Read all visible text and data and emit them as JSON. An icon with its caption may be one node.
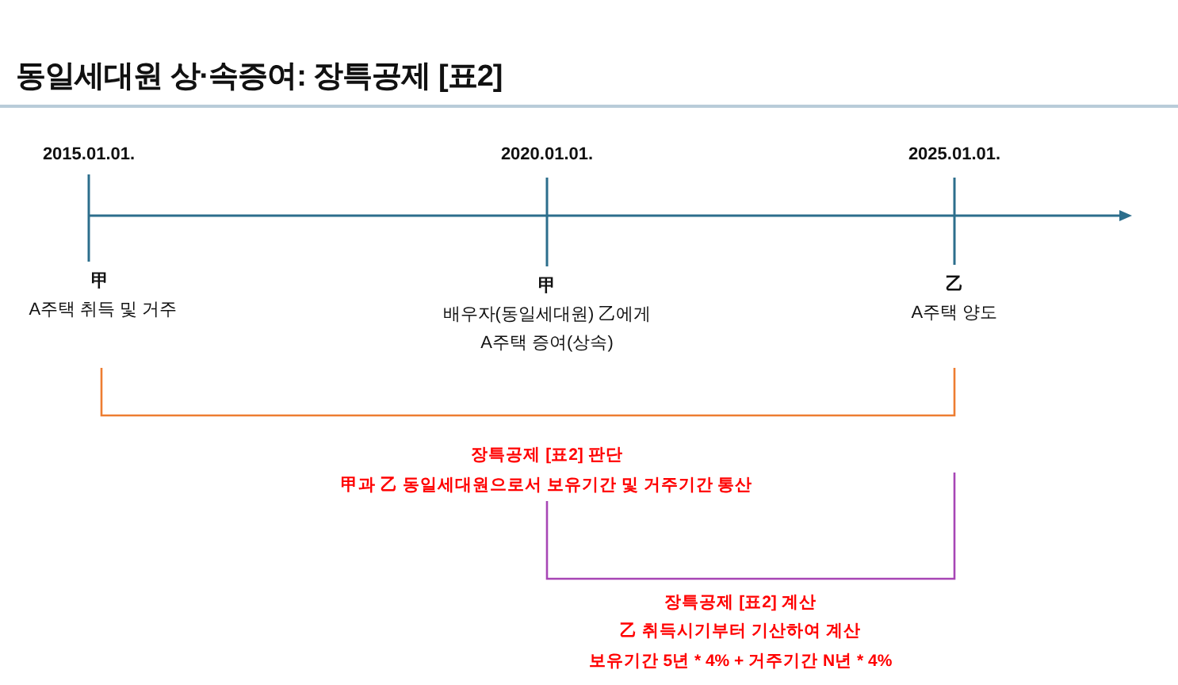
{
  "diagram": {
    "title": "동일세대원 상·속증여: 장특공제 [표2]",
    "labels": [
      "2015.01.01.",
      "2020.01.01.",
      "2025.01.01.",
      "甲",
      "A주택 취득 및 거주",
      "甲",
      "배우자(동일세대원) 乙에게",
      "A주택 증여(상속)",
      "乙",
      "A주택 양도",
      "장특공제 [표2] 판단",
      "甲과 乙 동일세대원으로서 보유기간 및 거주기간 통산",
      "장특공제 [표2] 계산",
      "乙 취득시기부터 기산하여 계산",
      "보유기간 5년 * 4% + 거주기간 N년 * 4%"
    ]
  }
}
